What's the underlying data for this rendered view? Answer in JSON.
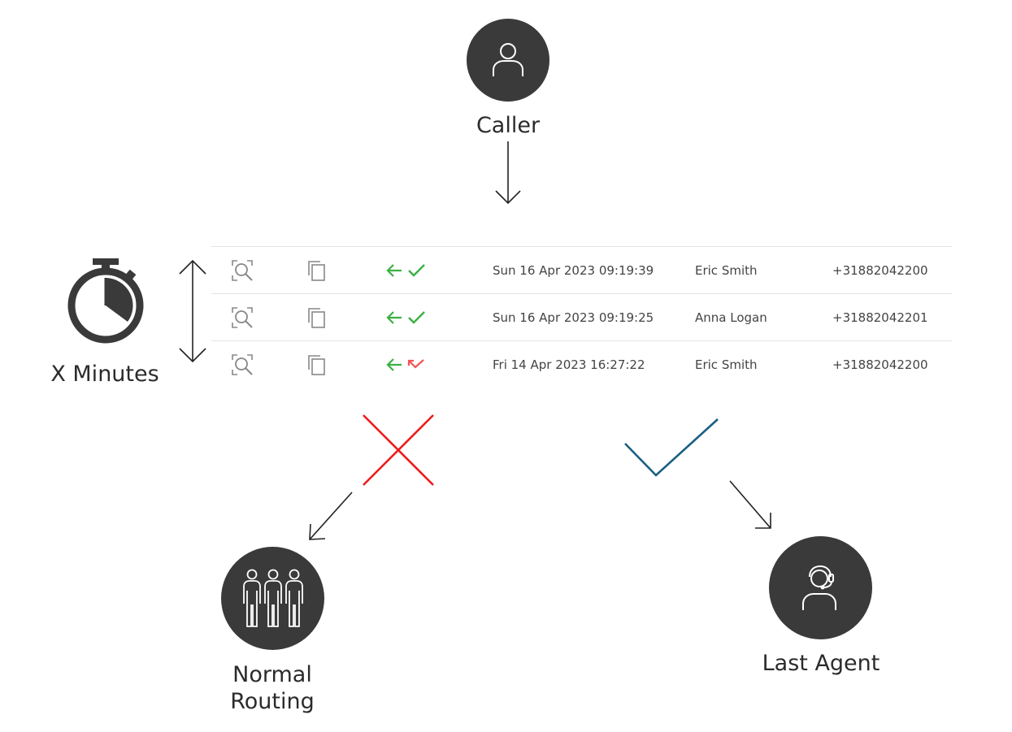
{
  "nodes": {
    "caller": {
      "label": "Caller"
    },
    "timer": {
      "label": "X Minutes"
    },
    "normal_routing": {
      "label_line1": "Normal",
      "label_line2": "Routing"
    },
    "last_agent": {
      "label": "Last Agent"
    }
  },
  "call_log": {
    "rows": [
      {
        "date": "Sun 16 Apr 2023 09:19:39",
        "name": "Eric Smith",
        "phone": "+31882042200",
        "status": "answered"
      },
      {
        "date": "Sun 16 Apr 2023 09:19:25",
        "name": "Anna Logan",
        "phone": "+31882042201",
        "status": "answered"
      },
      {
        "date": "Fri 14 Apr 2023 16:27:22",
        "name": "Eric Smith",
        "phone": "+31882042200",
        "status": "missed"
      }
    ]
  },
  "colors": {
    "node_fill": "#3a3a3a",
    "reject_mark": "#ee1c1c",
    "accept_mark": "#1a5f82",
    "status_ok": "#3cb043",
    "status_missed": "#f05454"
  }
}
